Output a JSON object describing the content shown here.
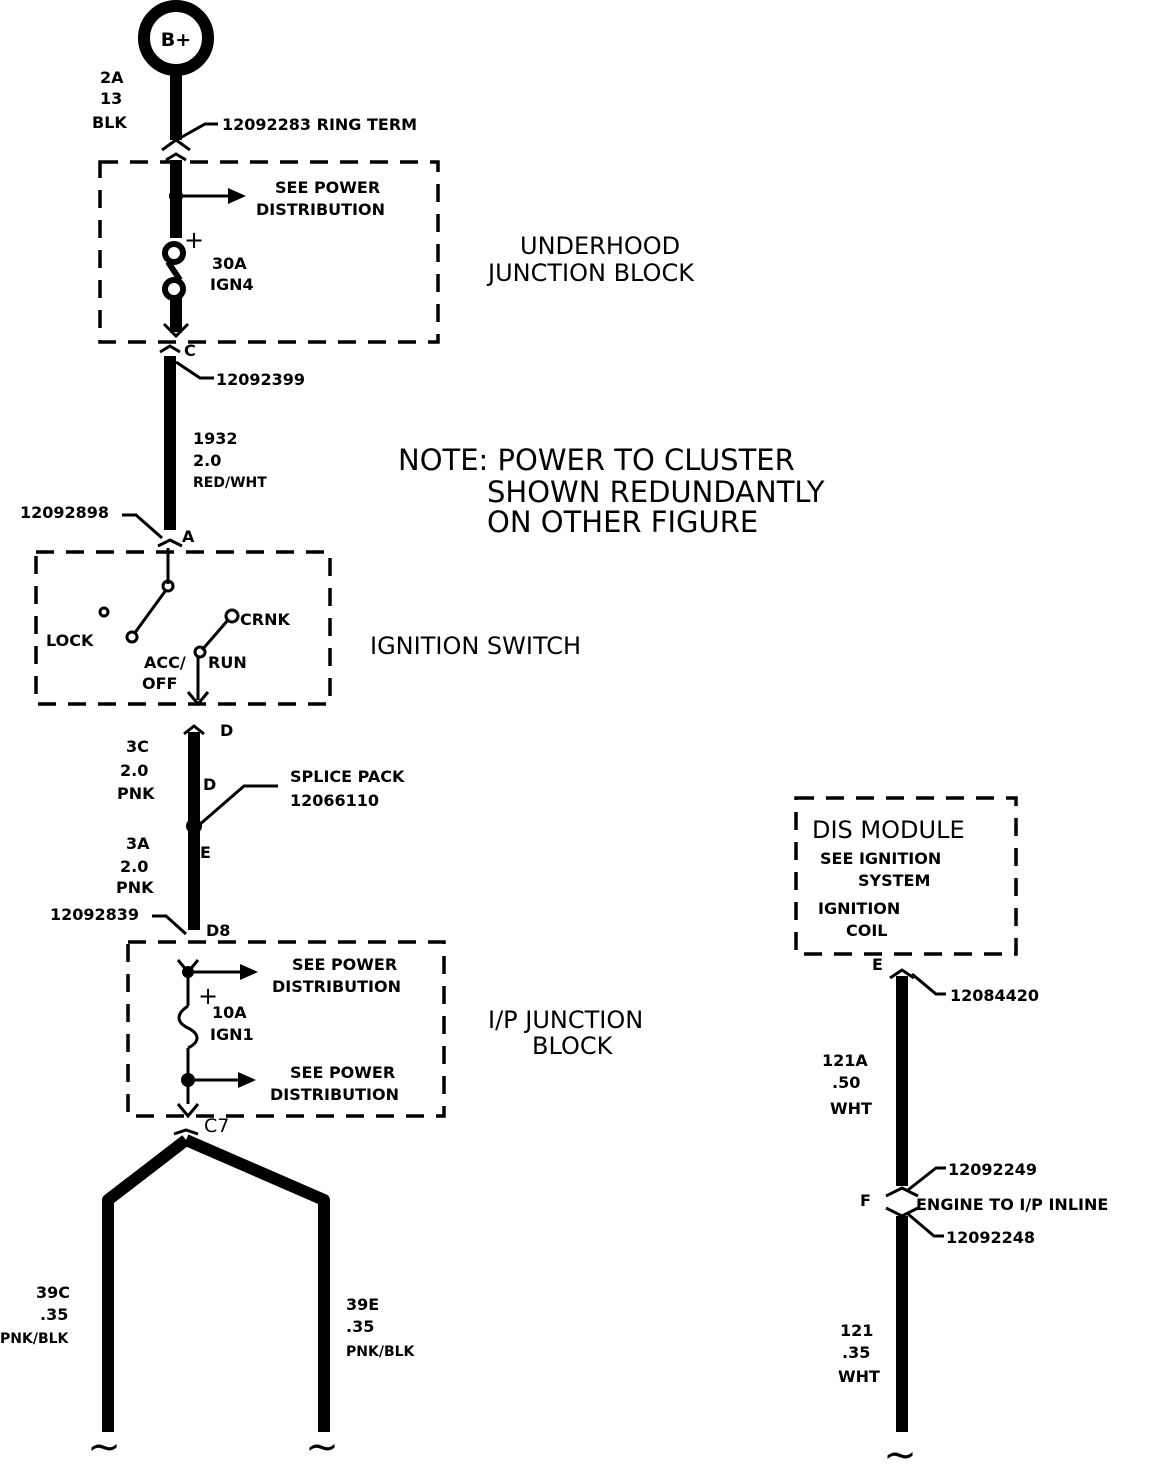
{
  "source": {
    "label": "B+"
  },
  "wires": {
    "w2a": {
      "circuit": "2A",
      "gauge": "13",
      "color": "BLK"
    },
    "w1932": {
      "circuit": "1932",
      "gauge": "2.0",
      "color": "RED/WHT"
    },
    "w3c": {
      "circuit": "3C",
      "gauge": "2.0",
      "color": "PNK"
    },
    "w3a": {
      "circuit": "3A",
      "gauge": "2.0",
      "color": "PNK"
    },
    "w39c": {
      "circuit": "39C",
      "gauge": ".35",
      "color": "PNK/BLK"
    },
    "w39e": {
      "circuit": "39E",
      "gauge": ".35",
      "color": "PNK/BLK"
    },
    "w121a": {
      "circuit": "121A",
      "gauge": ".50",
      "color": "WHT"
    },
    "w121": {
      "circuit": "121",
      "gauge": ".35",
      "color": "WHT"
    }
  },
  "parts": {
    "ring_term": "12092283 RING TERM",
    "p12092399": "12092399",
    "p12092898": "12092898",
    "splice_pack_1": "SPLICE PACK",
    "splice_pack_2": "12066110",
    "p12092839": "12092839",
    "p12084420": "12084420",
    "p12092249": "12092249",
    "inline": "ENGINE TO I/P INLINE",
    "p12092248": "12092248"
  },
  "pins": {
    "uh_c": "C",
    "sw_a": "A",
    "sw_d": "D",
    "sp_d": "D",
    "sp_e": "E",
    "ip_d8": "D8",
    "ip_c7": "C7",
    "dis_e": "E",
    "inline_f": "F"
  },
  "underhood": {
    "see_power_1": "SEE POWER",
    "see_power_2": "DISTRIBUTION",
    "plus": "+",
    "fuse_amp": "30A",
    "fuse_name": "IGN4",
    "title_1": "UNDERHOOD",
    "title_2": "JUNCTION BLOCK"
  },
  "note": {
    "line1": "NOTE:  POWER TO CLUSTER",
    "line2": "SHOWN REDUNDANTLY",
    "line3": "ON OTHER FIGURE"
  },
  "ignition_switch": {
    "title": "IGNITION SWITCH",
    "lock": "LOCK",
    "acc": "ACC/",
    "off": "OFF",
    "run": "RUN",
    "crnk": "CRNK"
  },
  "ip_block": {
    "see_power_a1": "SEE POWER",
    "see_power_a2": "DISTRIBUTION",
    "plus": "+",
    "fuse_amp": "10A",
    "fuse_name": "IGN1",
    "see_power_b1": "SEE POWER",
    "see_power_b2": "DISTRIBUTION",
    "title_1": "I/P JUNCTION",
    "title_2": "BLOCK"
  },
  "dis_module": {
    "title": "DIS MODULE",
    "line1": "SEE IGNITION",
    "line2": "SYSTEM",
    "line3": "IGNITION",
    "line4": "COIL"
  },
  "terminator": {
    "glyph": "~"
  }
}
